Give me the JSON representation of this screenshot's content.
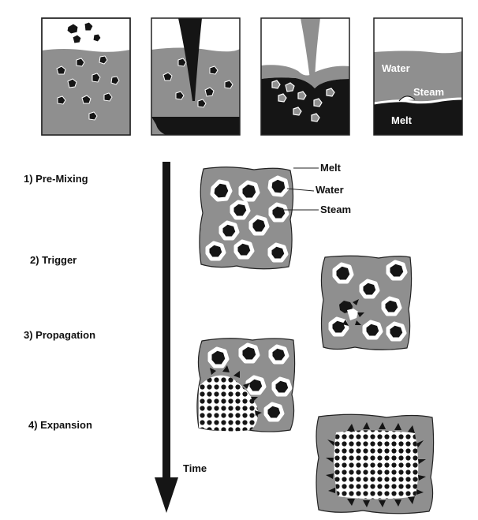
{
  "top_panels": [
    {
      "labels": []
    },
    {
      "labels": []
    },
    {
      "labels": []
    },
    {
      "labels": [
        "Water",
        "Steam",
        "Melt"
      ]
    }
  ],
  "stages": [
    {
      "label": "1) Pre-Mixing"
    },
    {
      "label": "2) Trigger"
    },
    {
      "label": "3) Propagation"
    },
    {
      "label": "4) Expansion"
    }
  ],
  "legend": {
    "melt": "Melt",
    "water": "Water",
    "steam": "Steam"
  },
  "time_label": "Time",
  "colors": {
    "water_gray": "#8f8f8f",
    "melt_black": "#151515",
    "steam_white": "#ffffff",
    "sky_white": "#f7f7f7",
    "border": "#222222"
  }
}
